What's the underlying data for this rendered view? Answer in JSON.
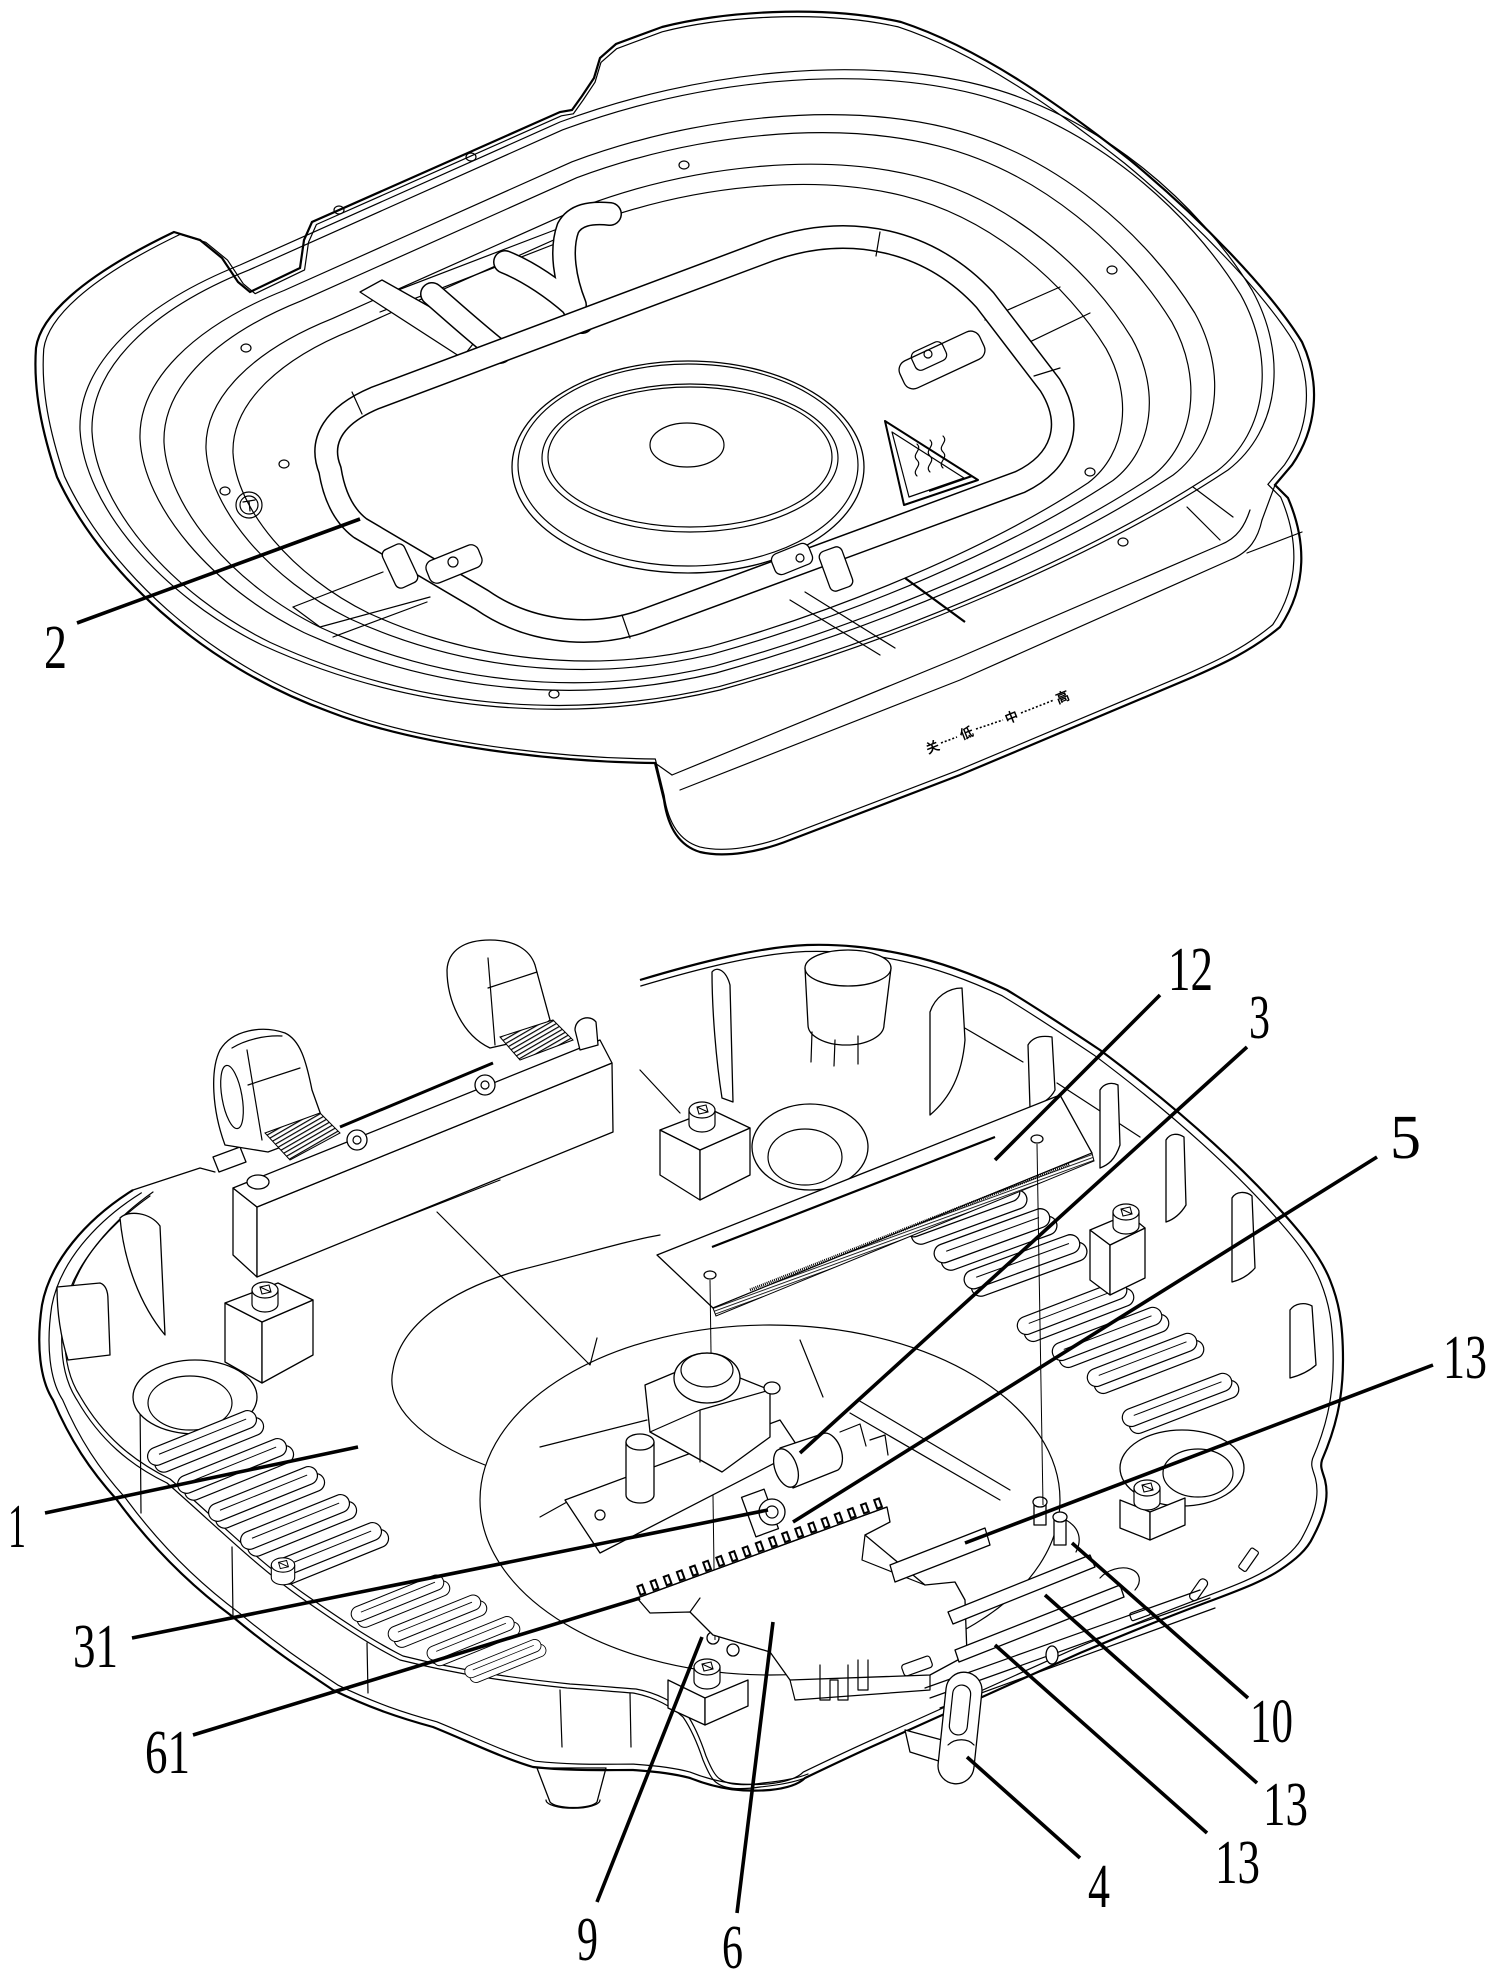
{
  "figure": {
    "lid": {
      "callouts": [
        {
          "ref": "2"
        }
      ],
      "knob_scale": {
        "off": "关",
        "low": "低",
        "mid": "中",
        "high": "高"
      },
      "icons": {
        "warning": "hot-surface-warning-icon",
        "screw": "screw-head-icon"
      }
    },
    "base": {
      "callouts": [
        {
          "ref": "12"
        },
        {
          "ref": "3"
        },
        {
          "ref": "5"
        },
        {
          "ref": "13"
        },
        {
          "ref": "1"
        },
        {
          "ref": "31"
        },
        {
          "ref": "61"
        },
        {
          "ref": "10"
        },
        {
          "ref": "13"
        },
        {
          "ref": "13"
        },
        {
          "ref": "4"
        },
        {
          "ref": "9"
        },
        {
          "ref": "6"
        }
      ]
    }
  }
}
